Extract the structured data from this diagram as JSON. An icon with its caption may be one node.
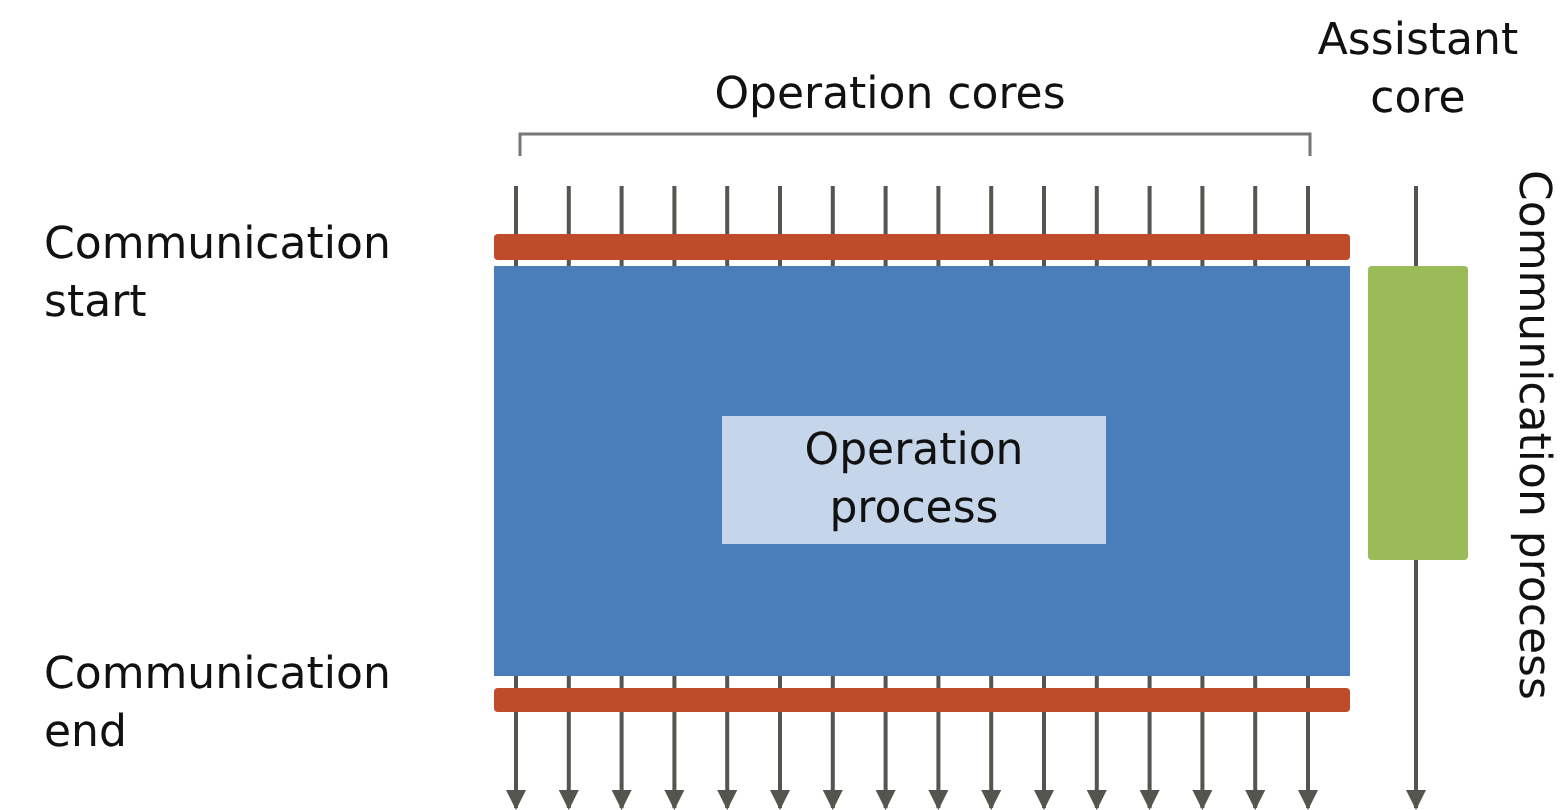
{
  "diagram": {
    "nodes": [
      {
        "text": [],
        "shape": "box"
      },
      {
        "text": [
          "Operation process"
        ],
        "in": 0
      },
      {
        "text": [],
        "shape": "bar"
      },
      {
        "text": [],
        "shape": "bar"
      },
      {
        "text": [],
        "shape": "bar"
      }
    ],
    "edges": [],
    "labels": [
      "Operation cores",
      "Assistant core",
      "Communication start",
      "Communication end",
      "Communication process"
    ]
  }
}
